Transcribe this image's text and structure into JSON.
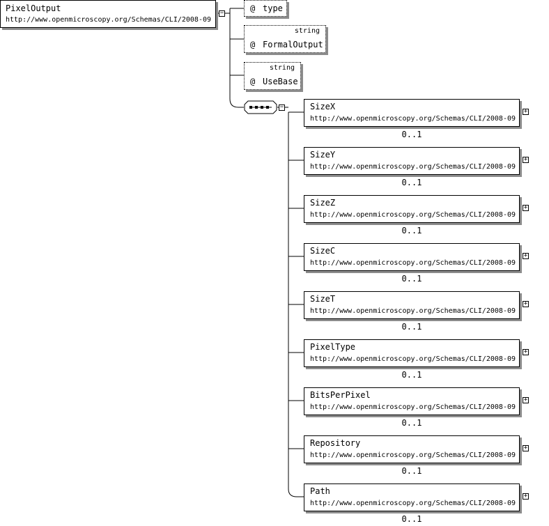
{
  "root": {
    "name": "PixelOutput",
    "namespace": "http://www.openmicroscopy.org/Schemas/CLI/2008-09"
  },
  "attributes": [
    {
      "at": "@",
      "name": "type",
      "type": ""
    },
    {
      "at": "@",
      "name": "FormalOutput",
      "type": "string"
    },
    {
      "at": "@",
      "name": "UseBase",
      "type": "string"
    }
  ],
  "collapse_symbol": "−",
  "expand_symbol": "+",
  "children": [
    {
      "name": "SizeX",
      "namespace": "http://www.openmicroscopy.org/Schemas/CLI/2008-09",
      "cardinality": "0..1"
    },
    {
      "name": "SizeY",
      "namespace": "http://www.openmicroscopy.org/Schemas/CLI/2008-09",
      "cardinality": "0..1"
    },
    {
      "name": "SizeZ",
      "namespace": "http://www.openmicroscopy.org/Schemas/CLI/2008-09",
      "cardinality": "0..1"
    },
    {
      "name": "SizeC",
      "namespace": "http://www.openmicroscopy.org/Schemas/CLI/2008-09",
      "cardinality": "0..1"
    },
    {
      "name": "SizeT",
      "namespace": "http://www.openmicroscopy.org/Schemas/CLI/2008-09",
      "cardinality": "0..1"
    },
    {
      "name": "PixelType",
      "namespace": "http://www.openmicroscopy.org/Schemas/CLI/2008-09",
      "cardinality": "0..1"
    },
    {
      "name": "BitsPerPixel",
      "namespace": "http://www.openmicroscopy.org/Schemas/CLI/2008-09",
      "cardinality": "0..1"
    },
    {
      "name": "Repository",
      "namespace": "http://www.openmicroscopy.org/Schemas/CLI/2008-09",
      "cardinality": "0..1"
    },
    {
      "name": "Path",
      "namespace": "http://www.openmicroscopy.org/Schemas/CLI/2008-09",
      "cardinality": "0..1"
    }
  ]
}
